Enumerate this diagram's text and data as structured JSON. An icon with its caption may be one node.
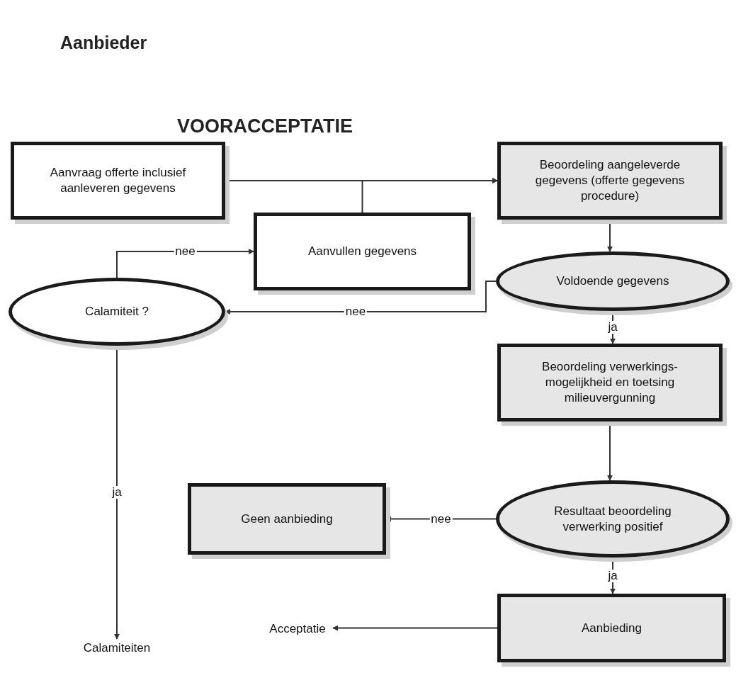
{
  "diagram": {
    "title": "VOORACCEPTATIE",
    "nodes": [
      {
        "text": [
          "Aanvraag offerte inclusief aanleveren gegevens"
        ]
      },
      {
        "text": [
          "Beoordeling aangeleverde gegevens (offerte gegevens procedure)"
        ]
      },
      {
        "text": [
          "Aanvullen gegevens"
        ]
      },
      {
        "text": [
          "Voldoende gegevens"
        ]
      },
      {
        "text": [
          "Calamiteit ?"
        ]
      },
      {
        "text": [
          "Beoordeling verwerkings- mogelijkheid en toetsing milieuvergunning"
        ]
      },
      {
        "text": [
          "Geen aanbieding"
        ]
      },
      {
        "text": [
          "Resultaat beoordeling verwerking positief"
        ]
      },
      {
        "text": [
          "Aanbieding"
        ]
      },
      {
        "text": [
          "Acceptatie"
        ]
      },
      {
        "text": [
          "Calamiteiten"
        ]
      }
    ],
    "edges": [
      {
        "from": 0,
        "to": 1,
        "arrow": "to"
      },
      {
        "from": 2,
        "to": 1,
        "arrow": "to"
      },
      {
        "from": 1,
        "to": 3,
        "arrow": "to"
      },
      {
        "from": 3,
        "to": 4,
        "arrow": "to",
        "label": "nee"
      },
      {
        "from": 4,
        "to": 2,
        "arrow": "to",
        "label": "nee"
      },
      {
        "from": 3,
        "to": 5,
        "arrow": "to",
        "label": "ja"
      },
      {
        "from": 5,
        "to": 7,
        "arrow": "to"
      },
      {
        "from": 7,
        "to": 6,
        "arrow": "to",
        "label": "nee"
      },
      {
        "from": 7,
        "to": 8,
        "arrow": "to",
        "label": "ja"
      },
      {
        "from": 8,
        "to": 9,
        "arrow": "to"
      },
      {
        "from": 4,
        "to": 10,
        "arrow": "to",
        "label": "ja"
      }
    ],
    "labels": [
      "Aanbieder"
    ]
  }
}
